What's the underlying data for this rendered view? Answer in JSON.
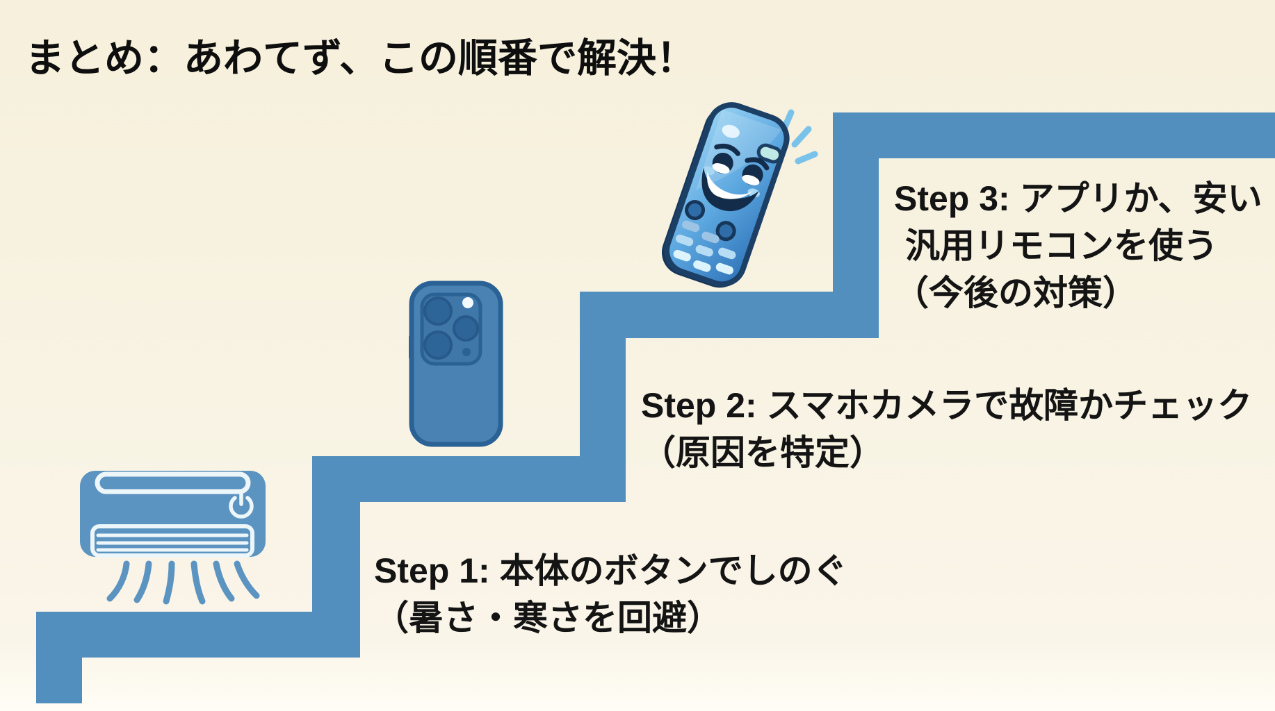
{
  "title": "まとめ：あわてず、この順番で解決！",
  "steps": [
    {
      "id": "step-1",
      "icon": "air-conditioner-icon",
      "lines": [
        "Step 1: 本体のボタンでしのぐ",
        "（暑さ・寒さを回避）"
      ]
    },
    {
      "id": "step-2",
      "icon": "smartphone-icon",
      "lines": [
        "Step 2: スマホカメラで故障かチェック",
        "（原因を特定）"
      ]
    },
    {
      "id": "step-3",
      "icon": "remote-control-icon",
      "lines": [
        "Step 3: アプリか、安い",
        "汎用リモコンを使う",
        "（今後の対策）"
      ]
    }
  ],
  "colors": {
    "background_cream": "#f8f3e3",
    "staircase_blue": "#528fbe",
    "text_black": "#141414",
    "ac_icon_blue": "#5b93c1",
    "icon_detail_light": "#edf6f9",
    "phone_blue": "#4a82b3",
    "phone_dark_blue": "#2b6295",
    "remote_light_blue": "#9ad4f4",
    "remote_deep_blue": "#2e72b8",
    "remote_outline_navy": "#16365a",
    "sparkle_blue": "#79c2ea"
  }
}
